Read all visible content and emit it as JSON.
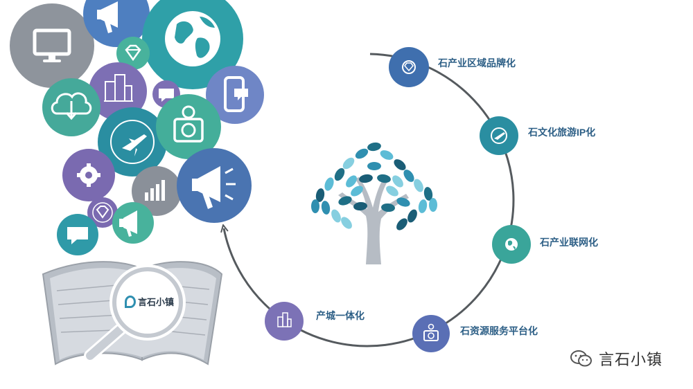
{
  "cycle": {
    "steps": [
      {
        "label": "石产业区域品牌化",
        "icon": "diamond-icon",
        "color": "#3f6fae"
      },
      {
        "label": "石文化旅游IP化",
        "icon": "airplane-icon",
        "color": "#2a8ea1"
      },
      {
        "label": "石产业联网化",
        "icon": "globe-icon",
        "color": "#3aa59a"
      },
      {
        "label": "石资源服务平台化",
        "icon": "camera-icon",
        "color": "#5a6fb5"
      },
      {
        "label": "产城一体化",
        "icon": "buildings-icon",
        "color": "#7c72b6"
      }
    ]
  },
  "logo": {
    "text": "言石小镇"
  },
  "watermark": {
    "text": "言石小镇"
  },
  "colors": {
    "blue": "#4a74b1",
    "teal": "#2f9aa8",
    "green": "#46b09b",
    "purple": "#7a6ab0",
    "gray": "#8a9099",
    "ring": "#555a5e",
    "label": "#2d5f86",
    "trunk": "#b6bcc4"
  }
}
